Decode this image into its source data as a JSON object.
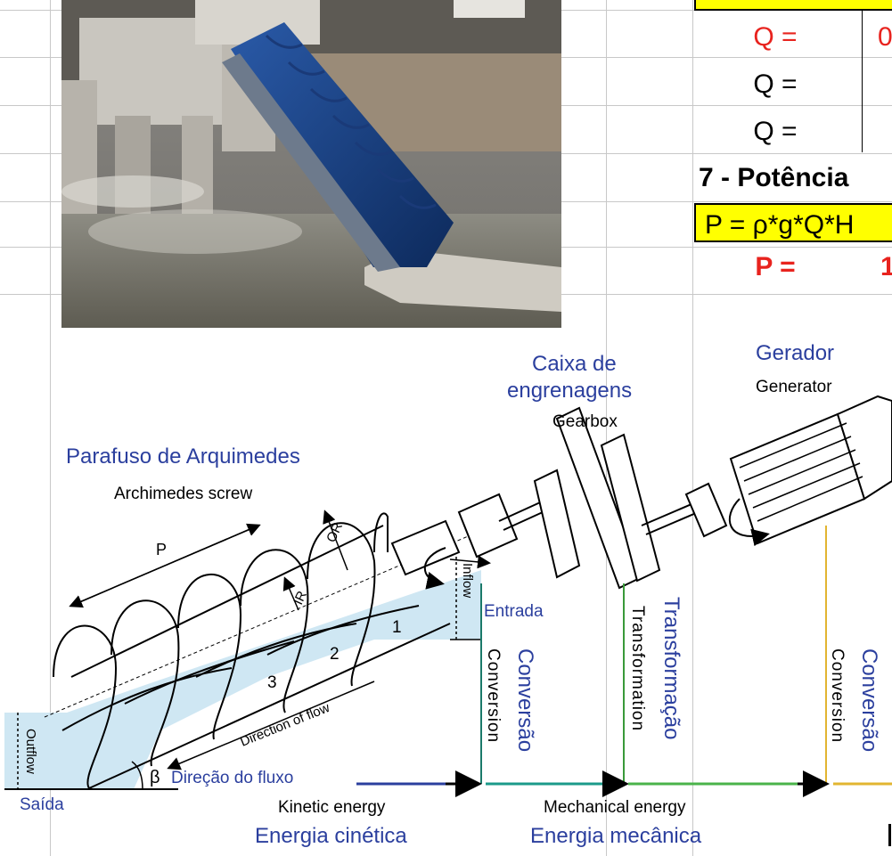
{
  "sheet": {
    "rows": [
      {
        "label": "Q =",
        "value": "0",
        "color": "#e8231e"
      },
      {
        "label": "Q =",
        "value": "",
        "color": "#000000"
      },
      {
        "label": "Q =",
        "value": "",
        "color": "#000000"
      }
    ],
    "section_title": "7 - Potência",
    "formula": "P = ρ*g*Q*H",
    "result_label": "P =",
    "result_value": "1",
    "result_color": "#e8231e"
  },
  "diagram": {
    "screw_pt": "Parafuso de Arquimedes",
    "screw_en": "Archimedes screw",
    "gearbox_pt_1": "Caixa de",
    "gearbox_pt_2": "engrenagens",
    "gearbox_en": "Gearbox",
    "generator_pt": "Gerador",
    "generator_en": "Generator",
    "p_label": "P",
    "or_label": "OR",
    "ir_label": "IR",
    "chamber_1": "1",
    "chamber_2": "2",
    "chamber_3": "3",
    "direction_en": "Direction of flow",
    "direction_pt": "Direção do fluxo",
    "beta": "β",
    "inflow": "Inflow",
    "outflow": "Outflow",
    "entrada": "Entrada",
    "saida": "Saída",
    "conversion_en": "Conversion",
    "conversion_pt": "Conversão",
    "transformation_en": "Transformation",
    "transformation_pt": "Transformação",
    "kinetic_en": "Kinetic energy",
    "kinetic_pt": "Energia cinética",
    "mechanical_en": "Mechanical energy",
    "mechanical_pt": "Energia mecânica"
  },
  "colors": {
    "blue_text": "#2b3f9e",
    "water": "#cfe7f3",
    "yellow": "#ffff00"
  }
}
